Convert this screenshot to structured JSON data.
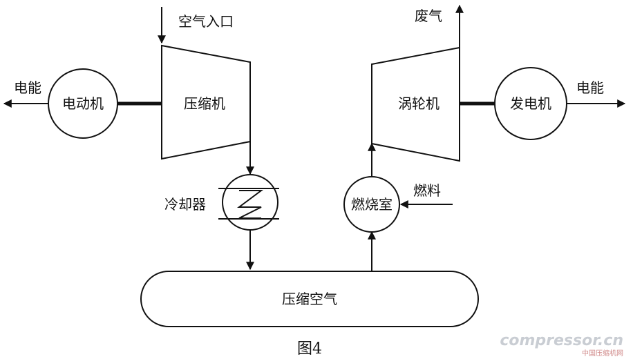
{
  "labels": {
    "air_inlet": "空气入口",
    "exhaust": "废气",
    "power_in": "电能",
    "power_out": "电能",
    "motor": "电动机",
    "compressor": "压缩机",
    "turbine": "涡轮机",
    "generator": "发电机",
    "cooler": "冷却器",
    "combustor": "燃烧室",
    "fuel": "燃料",
    "storage": "压缩空气"
  },
  "caption": "图4",
  "watermark": {
    "brand": "compressor.cn",
    "sub": "中国压缩机网"
  }
}
